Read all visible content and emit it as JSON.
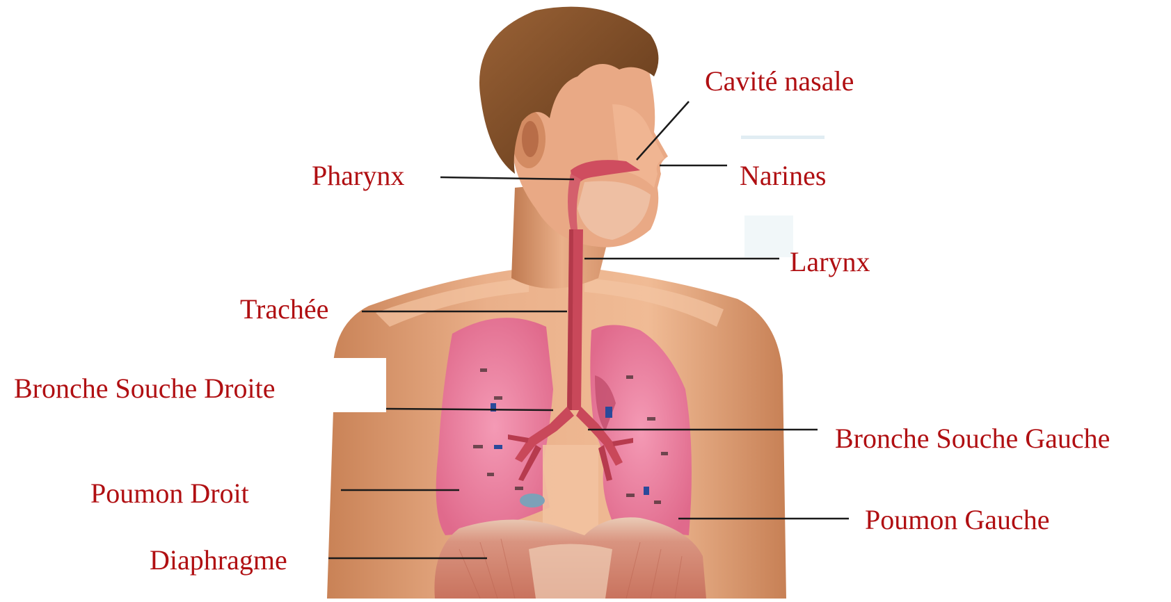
{
  "labels": {
    "cavite_nasale": "Cavité nasale",
    "narines": "Narines",
    "pharynx": "Pharynx",
    "larynx": "Larynx",
    "trachee": "Trachée",
    "bronche_droite": "Bronche Souche Droite",
    "bronche_gauche": "Bronche Souche Gauche",
    "poumon_droit": "Poumon Droit",
    "poumon_gauche": "Poumon Gauche",
    "diaphragme": "Diaphragme"
  },
  "colors": {
    "label": "#b00f12",
    "skin": "#e8a77c",
    "skin_shadow": "#c98256",
    "hair": "#7a4a26",
    "lung": "#e87a9a",
    "airway": "#c9485a",
    "diaphragm": "#d98a78"
  }
}
